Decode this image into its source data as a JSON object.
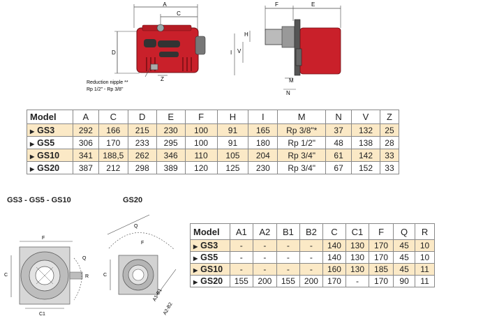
{
  "drawing1": {
    "labels": [
      "A",
      "C",
      "D",
      "Z"
    ],
    "note_line1": "Reduction nipple **",
    "note_line2": "Rp 1/2\" - Rp 3/8\""
  },
  "drawing2": {
    "labels": [
      "F",
      "E",
      "H",
      "I",
      "V",
      "M",
      "N"
    ]
  },
  "table1": {
    "headers": [
      "Model",
      "A",
      "C",
      "D",
      "E",
      "F",
      "H",
      "I",
      "M",
      "N",
      "V",
      "Z"
    ],
    "rows": [
      {
        "model": "GS3",
        "values": [
          "292",
          "166",
          "215",
          "230",
          "100",
          "91",
          "165",
          "Rp 3/8\"*",
          "37",
          "132",
          "25"
        ]
      },
      {
        "model": "GS5",
        "values": [
          "306",
          "170",
          "233",
          "295",
          "100",
          "91",
          "180",
          "Rp 1/2\"",
          "48",
          "138",
          "28"
        ]
      },
      {
        "model": "GS10",
        "values": [
          "341",
          "188,5",
          "262",
          "346",
          "110",
          "105",
          "204",
          "Rp 3/4\"",
          "61",
          "142",
          "33"
        ]
      },
      {
        "model": "GS20",
        "values": [
          "387",
          "212",
          "298",
          "389",
          "120",
          "125",
          "230",
          "Rp 3/4\"",
          "67",
          "152",
          "33"
        ]
      }
    ]
  },
  "flange_small": {
    "title": "GS3 - GS5 - GS10",
    "labels": [
      "F",
      "C",
      "C1",
      "Q",
      "R"
    ]
  },
  "flange_large": {
    "title": "GS20",
    "labels": [
      "Q",
      "F",
      "C",
      "A1-B1",
      "A2-B2"
    ]
  },
  "table2": {
    "headers": [
      "Model",
      "A1",
      "A2",
      "B1",
      "B2",
      "C",
      "C1",
      "F",
      "Q",
      "R"
    ],
    "rows": [
      {
        "model": "GS3",
        "values": [
          "-",
          "-",
          "-",
          "-",
          "140",
          "130",
          "170",
          "45",
          "10"
        ]
      },
      {
        "model": "GS5",
        "values": [
          "-",
          "-",
          "-",
          "-",
          "140",
          "130",
          "170",
          "45",
          "10"
        ]
      },
      {
        "model": "GS10",
        "values": [
          "-",
          "-",
          "-",
          "-",
          "160",
          "130",
          "185",
          "45",
          "11"
        ]
      },
      {
        "model": "GS20",
        "values": [
          "155",
          "200",
          "155",
          "200",
          "170",
          "-",
          "170",
          "90",
          "11"
        ]
      }
    ]
  }
}
